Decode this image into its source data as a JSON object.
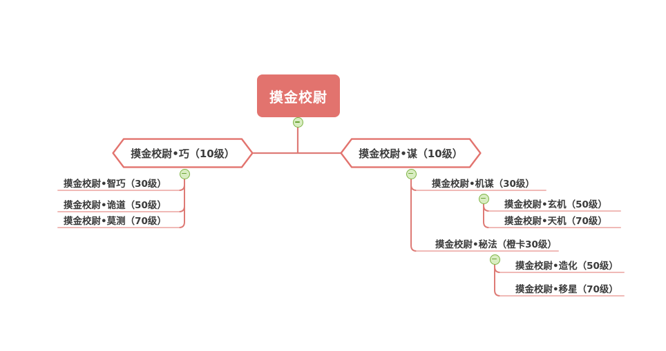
{
  "diagram": {
    "type": "mind-map",
    "title_node": "摸金校尉",
    "colors": {
      "root_fill": "#e2736e",
      "root_text": "#ffffff",
      "branch_border": "#e2736e",
      "connector": "#de7a75",
      "underline": "#f0b9b6",
      "node_text": "#3a3a3a",
      "toggle_fill": "#d9edc2",
      "toggle_stroke": "#7cb342",
      "background": "#ffffff"
    },
    "root": {
      "label": "摸金校尉",
      "toggle": "collapse-minus"
    },
    "branches": [
      {
        "id": "left",
        "label": "摸金校尉•巧（10级）",
        "shape": "hexagon",
        "toggle": "collapse-minus",
        "children": [
          {
            "label": "摸金校尉•智巧（30级）"
          },
          {
            "label": "摸金校尉•诡道（50级）"
          },
          {
            "label": "摸金校尉•莫测（70级）"
          }
        ]
      },
      {
        "id": "right",
        "label": "摸金校尉•谋（10级）",
        "shape": "hexagon",
        "toggle": "collapse-minus",
        "children": [
          {
            "label": "摸金校尉•机谋（30级）",
            "toggle": "collapse-minus",
            "children": [
              {
                "label": "摸金校尉•玄机（50级）"
              },
              {
                "label": "摸金校尉•天机（70级）"
              }
            ]
          },
          {
            "label": "摸金校尉•秘法（橙卡30级）",
            "toggle": "collapse-minus",
            "children": [
              {
                "label": "摸金校尉•造化（50级）"
              },
              {
                "label": "摸金校尉•移星（70级）"
              }
            ]
          }
        ]
      }
    ]
  }
}
